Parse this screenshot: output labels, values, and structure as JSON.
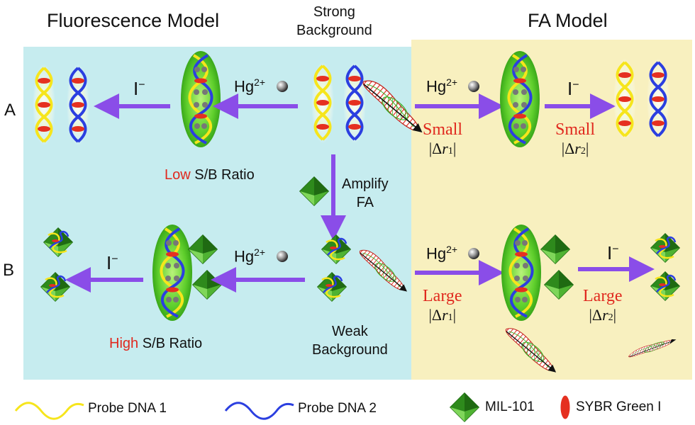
{
  "titles": {
    "left": "Fluorescence Model",
    "center": "Strong\nBackground",
    "right": "FA  Model"
  },
  "rows": {
    "a": "A",
    "b": "B"
  },
  "ions": {
    "hg": "Hg",
    "hg_sup": "2+",
    "iodide": "I",
    "iodide_sup": "−"
  },
  "labels": {
    "low_word": "Low",
    "low_rest": " S/B Ratio",
    "high_word": "High",
    "high_rest": " S/B Ratio",
    "amplify": "Amplify\nFA",
    "weak": "Weak\nBackground",
    "small": "Small",
    "large": "Large",
    "dr1_pre": "|Δ",
    "dr1_r": "r",
    "dr1_sub": "1",
    "dr1_post": "|",
    "dr2_sub": "2"
  },
  "legend": {
    "probe1": "Probe DNA 1",
    "probe2": "Probe DNA 2",
    "mil": "MIL-101",
    "sybr": "SYBR Green I"
  },
  "colors": {
    "left_bg": "#c6ecef",
    "right_bg": "#f8f0bf",
    "arrow": "#8a4de8",
    "red": "#e0281e",
    "dna1": "#f6e51c",
    "dna2": "#2b3fe0",
    "mof": "#2d8a16",
    "sybr": "#e53020"
  }
}
